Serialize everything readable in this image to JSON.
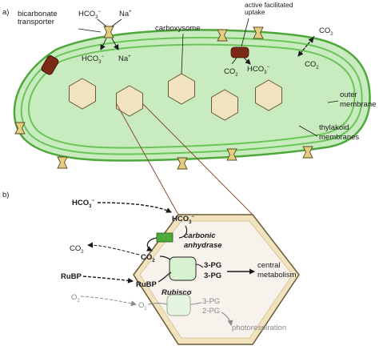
{
  "panel_a": {
    "label": "a)",
    "bicarbonate_transporter": "bicarbonate transporter",
    "hco3_in": "HCO",
    "hco3_out": "HCO",
    "na_in": "Na",
    "na_out": "Na",
    "carboxysome": "carboxysome",
    "active_uptake": "active facilitated uptake",
    "co2_uptake": "CO",
    "hco3_uptake": "HCO",
    "co2_diffuse": "CO",
    "co2_diffuse_out": "CO",
    "outer_membrane": "outer membrane",
    "thylakoid_membranes": "thylakoid membranes"
  },
  "panel_b": {
    "label": "b)",
    "hco3_outside": "HCO",
    "hco3_inside": "HCO",
    "co2_outside": "CO",
    "co2_inside": "CO",
    "carbonic_anhydrase": "carbonic anhydrase",
    "rubp_outside": "RuBP",
    "rubp_inside": "RuBP",
    "rubisco": "Rubisco",
    "pg_1": "3-PG",
    "pg_2": "3-PG",
    "central_metabolism": "central metabolism",
    "o2_outside": "O",
    "o2_inside": "O",
    "pg_grey_1": "3-PG",
    "pg_grey_2": "2-PG",
    "photorespiration": "photorespiration"
  },
  "colors": {
    "cell_fill": "#c8ecc0",
    "cell_edge": "#4fa83c",
    "thylakoid": "#6cc45a",
    "carboxysome_fill": "#f1e3c0",
    "carboxysome_edge": "#6b5a36",
    "transporter": "#e2cd80",
    "uptake_protein": "#7a2a14",
    "carbonic_anhydrase": "#4faa3a",
    "rubisco": "#d8f2d0",
    "zoom_lines": "#8a4a3a"
  }
}
